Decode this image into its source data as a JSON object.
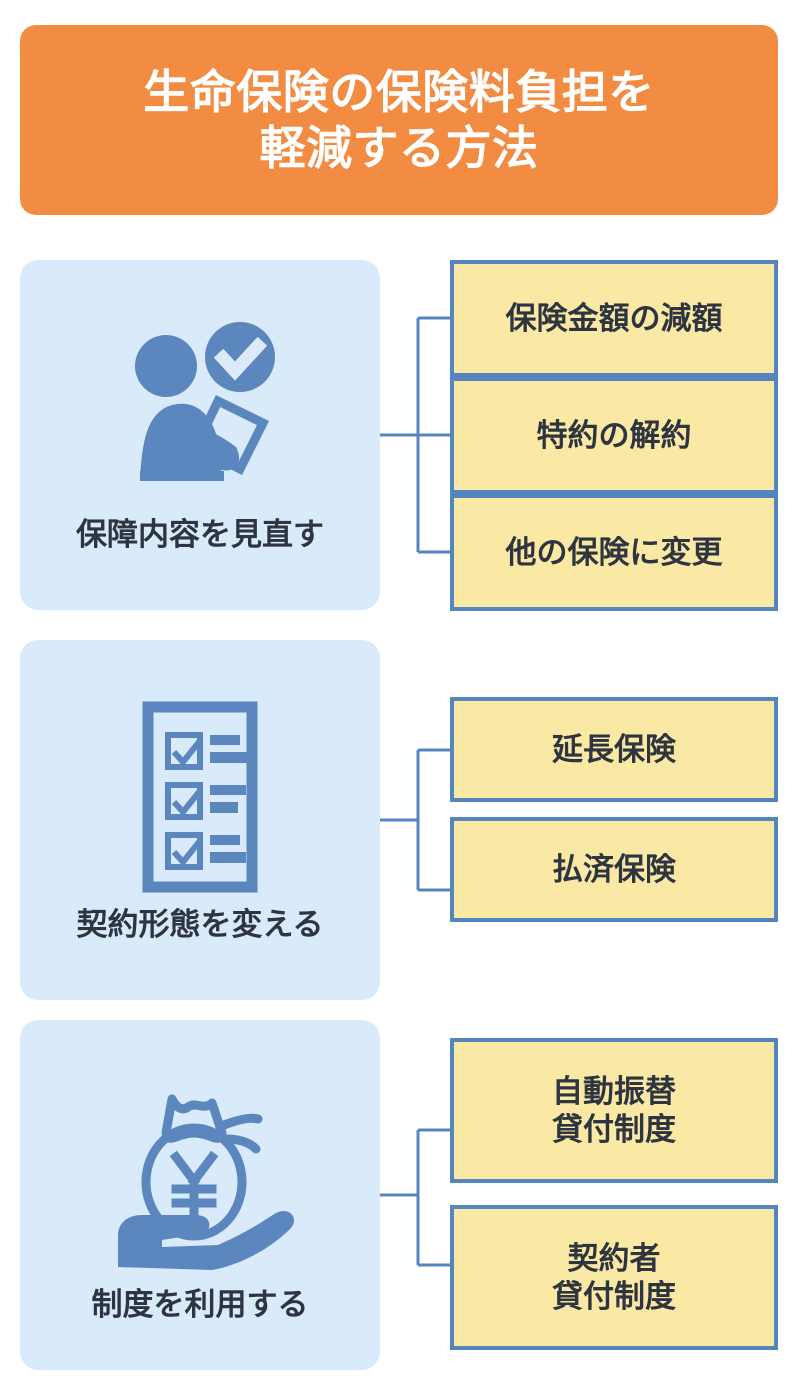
{
  "title": {
    "line1": "生命保険の保険料負担を",
    "line2": "軽減する方法",
    "background_color": "#f28c42",
    "text_color": "#ffffff"
  },
  "theme": {
    "card_background": "#d9eafa",
    "icon_color": "#5b87be",
    "leaf_fill": "#fae9a4",
    "leaf_border": "#5585be",
    "connector_color": "#5585be",
    "text_color": "#2e3440"
  },
  "sections": [
    {
      "label": "保障内容を見直す",
      "icon": "person-reviewing-document-check-icon",
      "items": [
        {
          "label": "保険金額の減額"
        },
        {
          "label": "特約の解約"
        },
        {
          "label": "他の保険に変更"
        }
      ]
    },
    {
      "label": "契約形態を変える",
      "icon": "clipboard-checklist-icon",
      "items": [
        {
          "label": "延長保険"
        },
        {
          "label": "払済保険"
        }
      ]
    },
    {
      "label": "制度を利用する",
      "icon": "hand-holding-yen-money-bag-icon",
      "items": [
        {
          "label": "自動振替\n貸付制度"
        },
        {
          "label": "契約者\n貸付制度"
        }
      ]
    }
  ]
}
